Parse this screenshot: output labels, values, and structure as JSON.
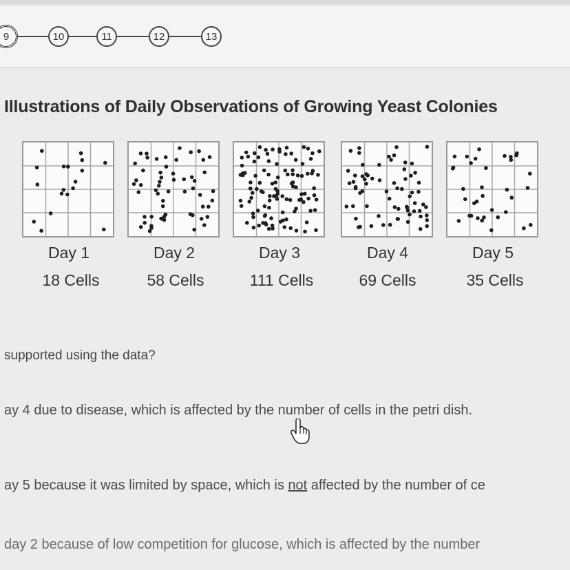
{
  "nav": {
    "questions": [
      "9",
      "10",
      "11",
      "12",
      "13"
    ],
    "current": "9"
  },
  "figure": {
    "title": "Illustrations of Daily Observations of Growing Yeast Colonies",
    "days": [
      {
        "day_label": "Day 1",
        "cells_label": "18 Cells",
        "cells": 18
      },
      {
        "day_label": "Day 2",
        "cells_label": "58 Cells",
        "cells": 58
      },
      {
        "day_label": "Day 3",
        "cells_label": "111 Cells",
        "cells": 111
      },
      {
        "day_label": "Day 4",
        "cells_label": "69 Cells",
        "cells": 69
      },
      {
        "day_label": "Day 5",
        "cells_label": "35 Cells",
        "cells": 35
      }
    ]
  },
  "question": {
    "prompt_fragment": "supported using the data?",
    "options": [
      {
        "text": "ay 4 due to disease, which is affected by the number of cells in the petri dish."
      },
      {
        "text_before": "ay 5 because it was limited by space, which is ",
        "text_emph": "not",
        "text_after": " affected by the number of ce"
      },
      {
        "text": "day 2 because of low competition for glucose, which is affected by the number"
      }
    ]
  }
}
